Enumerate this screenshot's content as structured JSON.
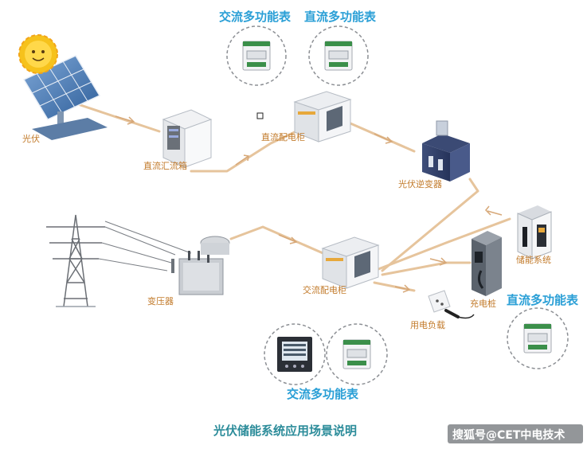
{
  "labels": {
    "pv": "光伏",
    "dc_combiner": "直流汇流箱",
    "dc_cabinet": "直流配电柜",
    "pv_inverter": "光伏逆变器",
    "transformer": "变压器",
    "ac_cabinet": "交流配电柜",
    "load": "用电负载",
    "charger": "充电桩",
    "storage": "储能系统"
  },
  "meter_titles": {
    "ac_top": "交流多功能表",
    "dc_top": "直流多功能表",
    "dc_right": "直流多功能表",
    "ac_bottom": "交流多功能表"
  },
  "footer": {
    "title": "光伏储能系统应用场景说明",
    "watermark": "搜狐号@CET中电技术"
  },
  "colors": {
    "flow_line": "#e3b98a",
    "label": "#c27a2a",
    "meter_title": "#2a9fd6",
    "footer_title": "#2c8c9a"
  }
}
